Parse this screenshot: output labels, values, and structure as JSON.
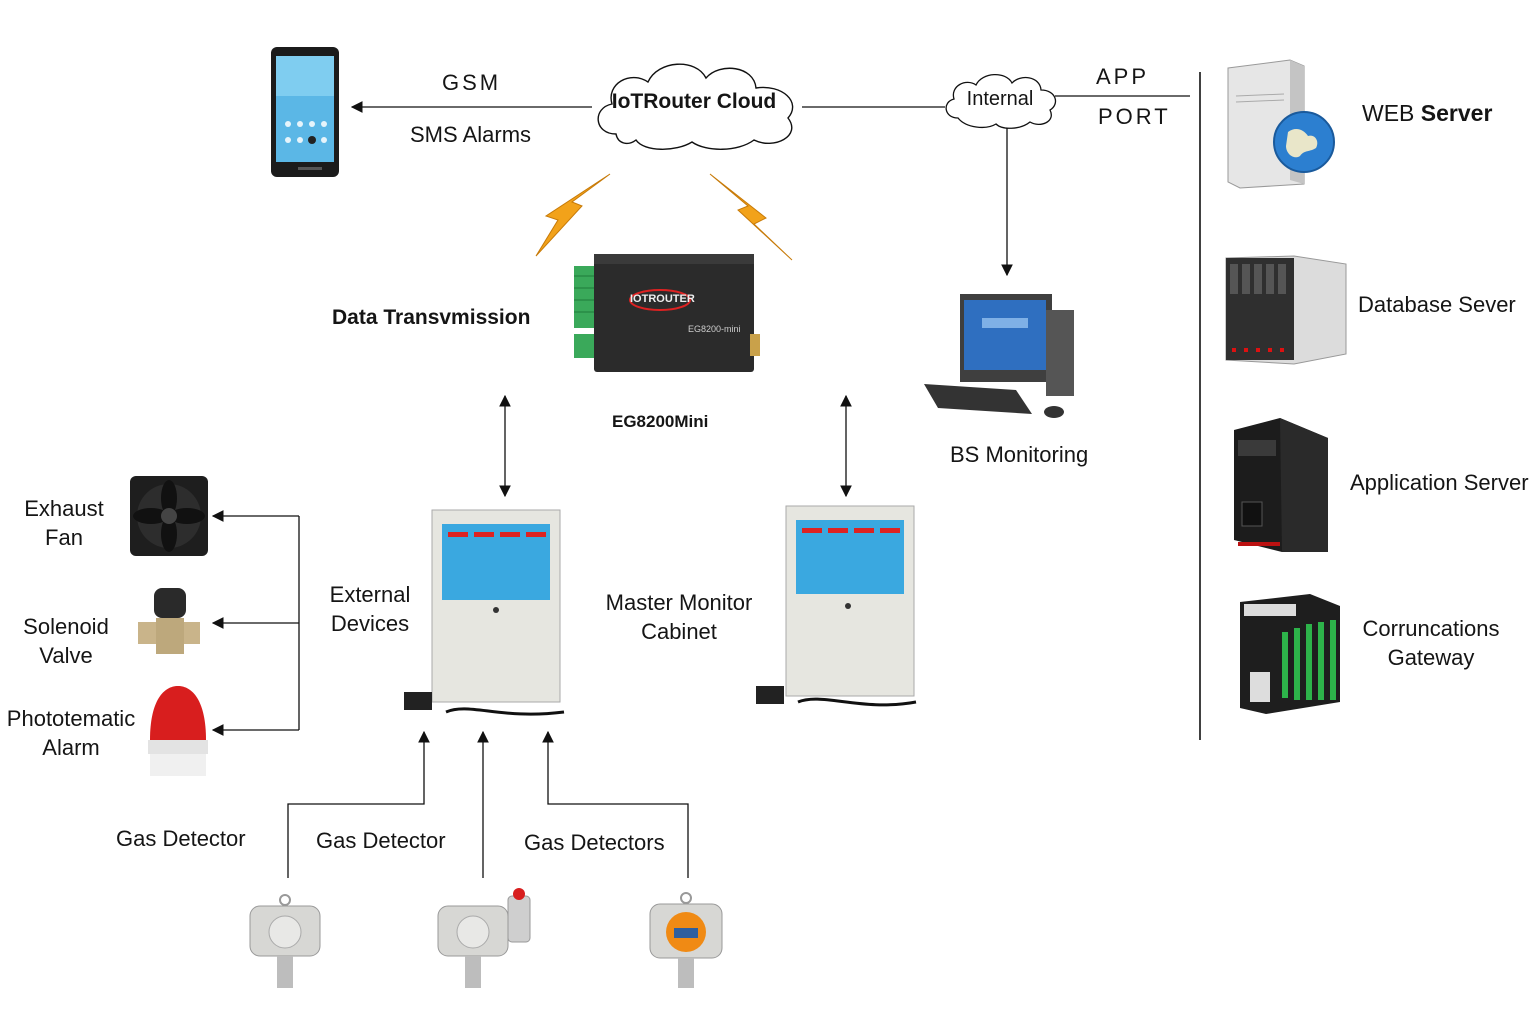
{
  "cloud": {
    "label": "IoTRouter Cloud"
  },
  "internal": {
    "label": "Internal"
  },
  "link_labels": {
    "gsm": "GSM",
    "sms": "SMS Alarms",
    "app": "APP",
    "port": "PORT"
  },
  "router": {
    "title": "Data Transvmission",
    "model": "EG8200Mini",
    "brand": "IOTROUTER",
    "panel_model": "EG8200-mini"
  },
  "monitoring": {
    "label": "BS Monitoring"
  },
  "servers": {
    "web_prefix": "WEB ",
    "web_bold": "Server",
    "database": "Database Sever",
    "application": "Application Server",
    "gateway": [
      "Corruncations",
      "Gateway"
    ]
  },
  "cabinets": {
    "external": [
      "External",
      "Devices"
    ],
    "master": [
      "Master Monitor",
      "Cabinet"
    ]
  },
  "outputs": {
    "fan": [
      "Exhaust",
      "Fan"
    ],
    "valve": [
      "Solenoid",
      "Valve"
    ],
    "alarm": [
      "Phototematic",
      "Alarm"
    ]
  },
  "detectors": [
    "Gas Detector",
    "Gas Detector",
    "Gas Detectors"
  ],
  "colors": {
    "router_body": "#2b2b2b",
    "terminal_green": "#3aa95a",
    "cabinet_blue": "#3aa8e0",
    "cabinet_body": "#e6e6e0",
    "alarm_red": "#d81e1e",
    "bolt_orange": "#f2a21a"
  }
}
